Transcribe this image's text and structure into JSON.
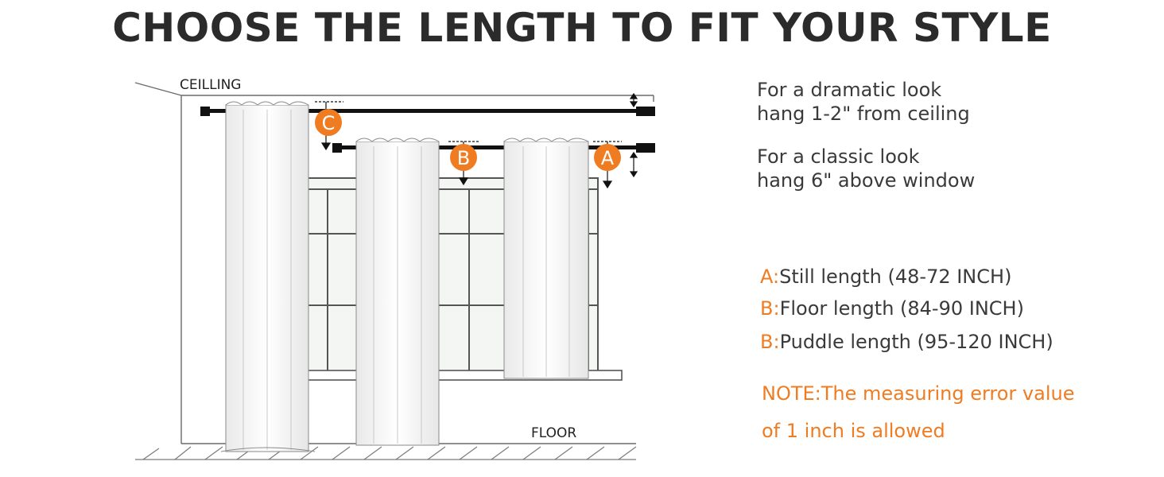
{
  "title": "CHOOSE THE LENGTH TO FIT YOUR STYLE",
  "diagram": {
    "ceiling_label": "CEILLING",
    "floor_label": "FLOOR",
    "markers": {
      "a": "A",
      "b": "B",
      "c": "C"
    }
  },
  "tips": [
    {
      "line1": "For a dramatic look",
      "line2": "hang 1-2\" from ceiling"
    },
    {
      "line1": "For a classic look",
      "line2": "hang 6\" above window"
    }
  ],
  "lengths": [
    {
      "letter": "A:",
      "text": "Still length (48-72 INCH)"
    },
    {
      "letter": "B:",
      "text": "Floor length (84-90 INCH)"
    },
    {
      "letter": "B:",
      "text": "Puddle length (95-120 INCH)"
    }
  ],
  "note": {
    "line1": "NOTE:The measuring error value",
    "line2": "of 1 inch is allowed"
  },
  "colors": {
    "accent": "#f07c22",
    "text": "#3a3a3a",
    "title": "#2b2b2b"
  }
}
